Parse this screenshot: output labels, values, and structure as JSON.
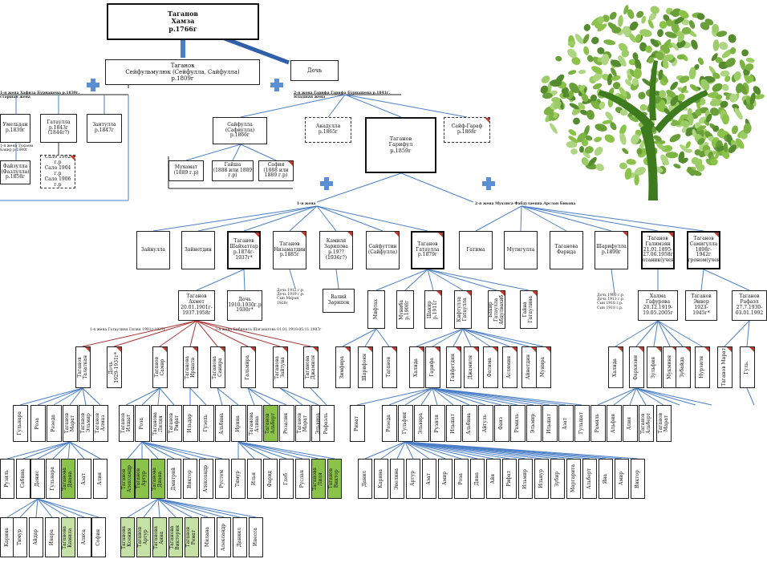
{
  "top": {
    "root": "Таганов\nХамза\nр.1766г",
    "seyf": "Таганов\nСейфульмулюк (Сейфулла, Сайфулла)\nр.1809г",
    "doch": "Дочь",
    "wife1_caption": "1-я жена Хафиза Бурнашева р.1839г.\nстаршая жена",
    "wife2_caption": "2-я жена Гарифа Гарифа Бурнашева р.1841г.\nмладшая жена"
  },
  "left_branch": {
    "umeldan": "Умельдан\nр.1839г",
    "gataulla": "Гатаулла\nр.1843г\n(1844г?)",
    "zaitulla": "Заитулла\nр.1847г",
    "faizulla": "Файзулла\n(Фазлулла)\nр.1858г",
    "faiz_note": "1-я жена Тукаева\nБакир р.1840г",
    "dates_box": "Хоша 1880 г.р\nСало 1902 г.р\nСало 1904 г.р\nСало 1906 г.р\nСало 1917 г.р"
  },
  "mid_branch": {
    "saifulla": "Сайфулла\n(Сафиулла)\nр.1866г",
    "akadulla": "Акадулла\nр.1865г",
    "garifulla": "Таганов\nГарифул\nр.1859г",
    "saif_garaf": "Сайф-Гараф\nр.1868г",
    "muhamat": "Мухамат\n(1889 г.р)",
    "gaisha": "Гайша\n(1888 или 1889 г.р)",
    "safiya": "Сафия\n(1888 или 1889 г.р)"
  },
  "level3": {
    "wife1": "1-я жена",
    "wife2": "2-я жена Мухлиса Фабдулаевна Арслан Бикова",
    "items": [
      "Зайнулла",
      "Зайнетдин",
      "Таганов\nШайхаттар\nр.1874г-\n1937г*",
      "Таганов\nНизаматдин\nр.1885г",
      "Камиля\nЗарипова\nр.19??\n(1936г?)",
      "Сайфуттин\n(Сайфулла)",
      "Таганов\nГатаулла\nр.1879г",
      "Гатима",
      "Мутигулла",
      "Таганова\nФарида",
      "Шарифулла\nр.1899г",
      "Таганов\nГалимзян\n21.01.1895-\n27.06.1958г\nботаник(учен)",
      "Таганов\nСамигулла\n1898г-\n1942г\nагроном(учен)"
    ]
  },
  "level4": {
    "ahmet": "Таганов\nАхмет\n20.01.1901г-\n1937.1958г",
    "doch1": "Дочь\n1910.1930г.р\n1930г*",
    "valiy": "Валий\nЗарипов",
    "dates_a": "Дочь 1912 г.р.\nДочь 1919 г.р.\nСын Маран\n1928г",
    "dates_b": "Дочь 1980 г.р.\nДочь 1913 г.р.\nСын 1916 г.р.\nСын 1918 г.р.",
    "halya": "Халма\nГафурова\n20.12.1919-\n19.05.2005г",
    "enver": "Таганов\nЭнвер\n1923-1945г*",
    "rafael": "Таганов\nРафаэл\n27.7.1930-\n03.01.1992",
    "gataulla_kids": [
      "Мифтах",
      "Муниба\nр.1906г",
      "Шакир\nр.1911г",
      "Кнфтулла\nГатаулла",
      "Бакир Гатаулла\nАбдулвахиб",
      "Гайна\nГатаулина"
    ]
  },
  "level5": {
    "caption_a": "1-я жена Гатаулина Гилия 1901г-1937г",
    "caption_b": "2-я жена Бибиниса Шагаватова 01.01.1918-05.11.1987г",
    "items": [
      "Таганов\nТалаткан",
      "Дочь\n1929-1931г*",
      "Таганов\nСамир",
      "Таганова\nИршата",
      "Таганова\nСанира",
      "Гальмира",
      "Таганова\nЗайтуна",
      "Таганова\nДжамиля",
      "Зимфира",
      "Шарифзян",
      "Таганов",
      "Халида",
      "Гарифа",
      "Гайфетдин",
      "Джамиля",
      "Фатима",
      "Аслямия",
      "Айнетдин",
      "Мунира",
      "Халида",
      "Фархизия",
      "Зульфия",
      "Мукминя",
      "Зубайда",
      "Нурзиля",
      "Таганов Марат",
      "Гуль."
    ]
  },
  "level6": {
    "items": [
      "Гульнара",
      "Роза",
      "Резеда",
      "Таганов\nМарат",
      "Таганов\nЭльмир",
      "Таганов\nАлмаз",
      "Таганов\nИлшат",
      "Роза",
      "Таганова\nЛилия",
      "Таганов\nРифат",
      "Ильдар",
      "Гузель",
      "Альбина",
      "Ирина",
      "Таганова\nАлина",
      "Таганов\nАльберт",
      "Розалия",
      "Таганов\nМарат",
      "Эльвира",
      "Рафаэль",
      "Ринат",
      "Резеда",
      "Гульфия",
      "Эльвира",
      "Рузиля",
      "Ильшат",
      "Альбина",
      "Айгуль",
      "Фаиз",
      "Рамиль",
      "Эльмир",
      "Ильшат",
      "Азат",
      "Гульшат",
      "Рамиль",
      "Альфия",
      "Алия",
      "Таганов\nАльберт",
      "Таганов\nМарат"
    ]
  },
  "level7": {
    "items": [
      "Рузиль",
      "Сабина",
      "Денис",
      "Гульнара",
      "Таганова\nДиана",
      "Азат",
      "Алия",
      "Таганов\nАлександр",
      "Таганов\nАртур",
      "Таганова\nДиана",
      "Дмитрий",
      "Виктор",
      "Александр",
      "Рустем",
      "Тимур",
      "Илья",
      "Фарид",
      "Глеб",
      "Руслан",
      "Таганова\nЛиля",
      "Таганов\nВиктор",
      "Данил",
      "Карина",
      "Эвелина",
      "Артур",
      "Азат",
      "Амир",
      "Роза",
      "Дина",
      "Айя",
      "Рифат",
      "Ильмир",
      "Ильнур",
      "Зубир",
      "Маргарита",
      "Альберт",
      "Яна",
      "Амир",
      "Виктор"
    ]
  },
  "level8": {
    "items": [
      "Карина",
      "Тимур",
      "Айдар",
      "Инара",
      "Таганова\nКамила",
      "Алиса",
      "София",
      "Таганова\nКсения",
      "Таганов\nАртур",
      "Таганова\nАнна",
      "Таганова\nВиктория",
      "Таганов\nРенат",
      "Милана",
      "Александр",
      "Даниил",
      "Инесса"
    ]
  }
}
